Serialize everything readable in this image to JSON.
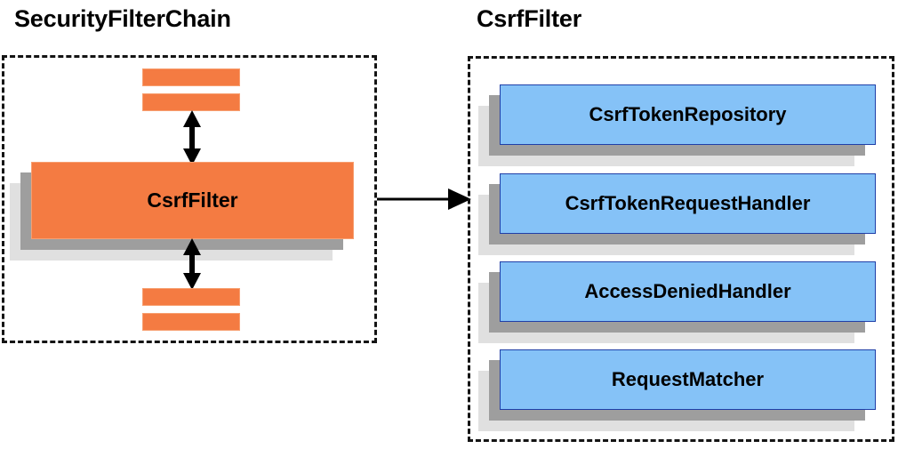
{
  "diagram": {
    "title_left": "SecurityFilterChain",
    "title_right": "CsrfFilter",
    "colors": {
      "orange_fill": "#f47b42",
      "orange_border": "#f79f70",
      "blue_fill": "#85c2f7",
      "blue_border": "#1f3fa8",
      "shadow_near": "#9e9e9e",
      "shadow_far": "#e0e0e0",
      "dashed_border": "#141414",
      "arrow": "#000000"
    }
  },
  "security_filter_chain": {
    "label": "SecurityFilterChain",
    "highlighted_filter": "CsrfFilter",
    "filters_above_count": 2,
    "filters_below_count": 2,
    "arrow_up_label": "bidirectional-flow-above",
    "arrow_down_label": "bidirectional-flow-below"
  },
  "csrf_filter_panel": {
    "label": "CsrfFilter",
    "collaborators": [
      {
        "name": "CsrfTokenRepository"
      },
      {
        "name": "CsrfTokenRequestHandler"
      },
      {
        "name": "AccessDeniedHandler"
      },
      {
        "name": "RequestMatcher"
      }
    ]
  },
  "connector": {
    "from": "CsrfFilter",
    "to": "CsrfFilter details",
    "direction": "right"
  }
}
